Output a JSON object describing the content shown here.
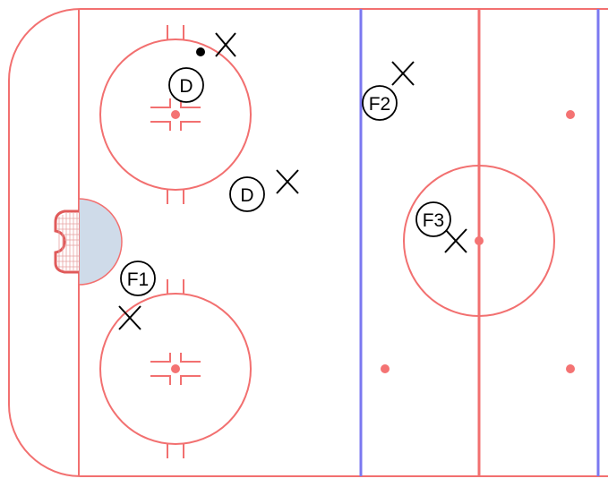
{
  "colors": {
    "red_line": "#f27070",
    "red_dot": "#f47373",
    "blue_line": "#7b78f0",
    "crease_fill": "#cfdbe9",
    "goal_outline": "#e05a5a",
    "marker": "#000000"
  },
  "players": [
    {
      "id": "d1",
      "label": "D"
    },
    {
      "id": "d2",
      "label": "D"
    },
    {
      "id": "f1",
      "label": "F1"
    },
    {
      "id": "f2",
      "label": "F2"
    },
    {
      "id": "f3",
      "label": "F3"
    }
  ],
  "marks": [
    "x",
    "x",
    "x",
    "x",
    "x"
  ],
  "puck": {
    "present": true
  }
}
